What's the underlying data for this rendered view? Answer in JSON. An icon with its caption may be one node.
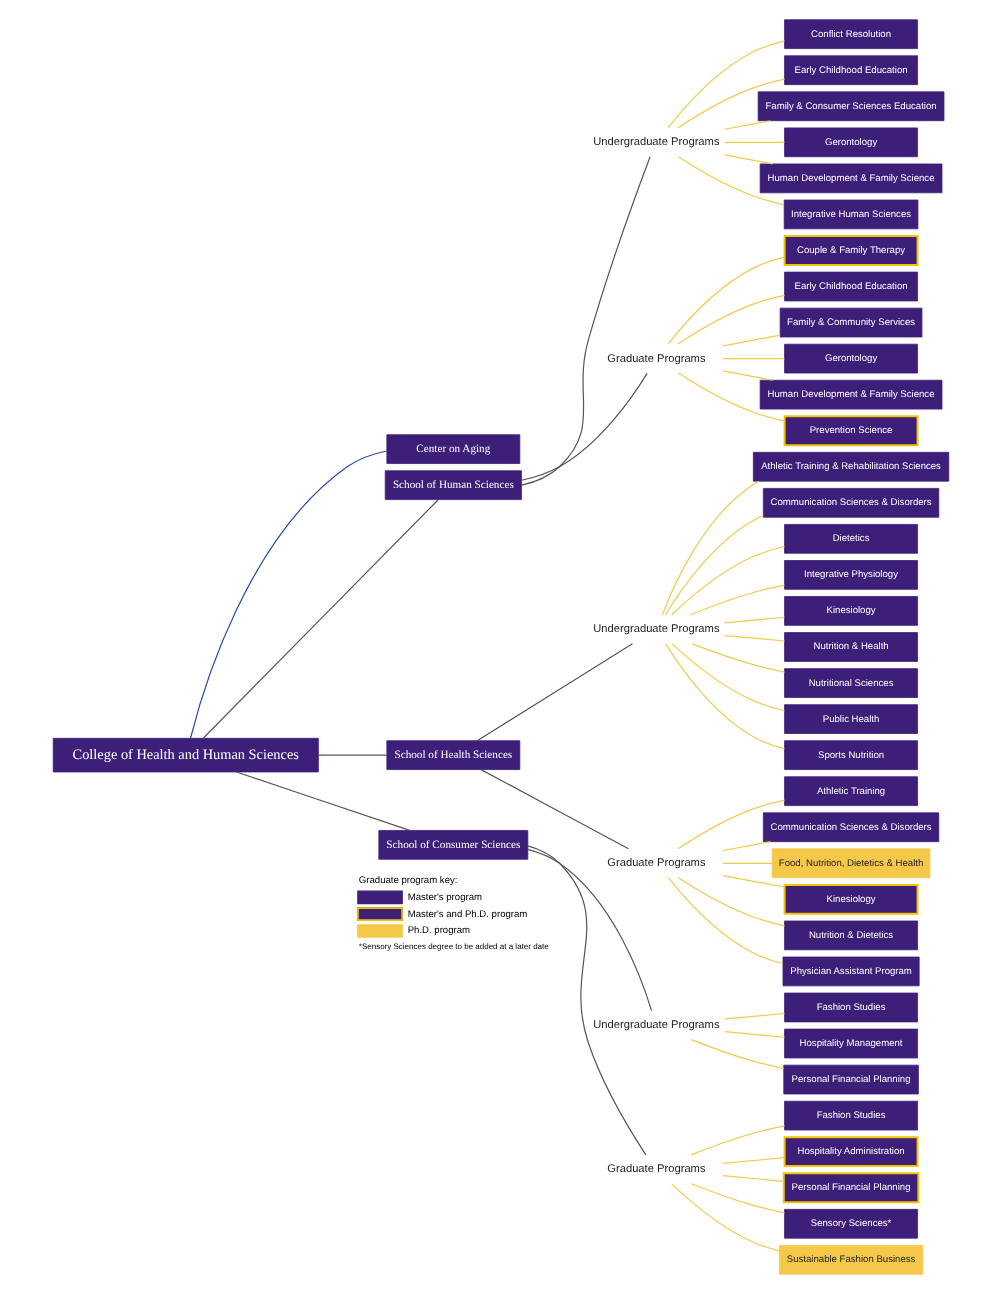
{
  "diagram": {
    "nodes": [
      {
        "text": [
          "College of Health and Human Sciences"
        ]
      },
      {
        "text": [
          "Center on Aging"
        ]
      },
      {
        "text": [
          "School of Human Sciences"
        ]
      },
      {
        "text": [
          "Undergraduate Programs"
        ]
      },
      {
        "text": [
          "Conflict Resolution"
        ]
      },
      {
        "text": [
          "Early Childhood Education"
        ]
      },
      {
        "text": [
          "Family & Consumer Sciences Education"
        ]
      },
      {
        "text": [
          "Gerontology"
        ]
      },
      {
        "text": [
          "Human Development & Family Science"
        ]
      },
      {
        "text": [
          "Integrative Human Sciences"
        ]
      },
      {
        "text": [
          "Graduate Programs"
        ]
      },
      {
        "text": [
          "Couple & Family Therapy"
        ]
      },
      {
        "text": [
          "Early Childhood Education"
        ]
      },
      {
        "text": [
          "Family & Community Services"
        ]
      },
      {
        "text": [
          "Gerontology"
        ]
      },
      {
        "text": [
          "Human Development & Family Science"
        ]
      },
      {
        "text": [
          "Prevention Science"
        ]
      },
      {
        "text": [
          "School of Health Sciences"
        ]
      },
      {
        "text": [
          "Undergraduate Programs"
        ]
      },
      {
        "text": [
          "Athletic Training & Rehabilitation Sciences"
        ]
      },
      {
        "text": [
          "Communication Sciences & Disorders"
        ]
      },
      {
        "text": [
          "Dietetics"
        ]
      },
      {
        "text": [
          "Integrative Physiology"
        ]
      },
      {
        "text": [
          "Kinesiology"
        ]
      },
      {
        "text": [
          "Nutrition & Health"
        ]
      },
      {
        "text": [
          "Nutritional Sciences"
        ]
      },
      {
        "text": [
          "Public Health"
        ]
      },
      {
        "text": [
          "Sports Nutrition"
        ]
      },
      {
        "text": [
          "Graduate Programs"
        ]
      },
      {
        "text": [
          "Athletic Training"
        ]
      },
      {
        "text": [
          "Communication Sciences & Disorders"
        ]
      },
      {
        "text": [
          "Food, Nutrition, Dietetics & Health"
        ]
      },
      {
        "text": [
          "Kinesiology"
        ]
      },
      {
        "text": [
          "Nutrition & Dietetics"
        ]
      },
      {
        "text": [
          "Physician Assistant Program"
        ]
      },
      {
        "text": [
          "School of Consumer Sciences"
        ]
      },
      {
        "text": [
          "Undergraduate Programs"
        ]
      },
      {
        "text": [
          "Fashion Studies"
        ]
      },
      {
        "text": [
          "Hospitality Management"
        ]
      },
      {
        "text": [
          "Personal Financial Planning"
        ]
      },
      {
        "text": [
          "Graduate Programs"
        ]
      },
      {
        "text": [
          "Fashion Studies"
        ]
      },
      {
        "text": [
          "Hospitality Administration"
        ]
      },
      {
        "text": [
          "Personal Financial Planning"
        ]
      },
      {
        "text": [
          "Sensory Sciences*"
        ]
      },
      {
        "text": [
          "Sustainable Fashion Business"
        ]
      }
    ],
    "edges": [
      {
        "from": 0,
        "to": 1,
        "arrow": "none",
        "color": "#2b4aa0"
      },
      {
        "from": 0,
        "to": 2,
        "arrow": "none",
        "color": "#555555"
      },
      {
        "from": 0,
        "to": 17,
        "arrow": "none",
        "color": "#555555"
      },
      {
        "from": 0,
        "to": 35,
        "arrow": "none",
        "color": "#555555"
      },
      {
        "from": 2,
        "to": 3,
        "arrow": "none",
        "color": "#555555"
      },
      {
        "from": 2,
        "to": 10,
        "arrow": "none",
        "color": "#555555"
      },
      {
        "from": 3,
        "to": 4,
        "arrow": "none"
      },
      {
        "from": 3,
        "to": 5,
        "arrow": "none"
      },
      {
        "from": 3,
        "to": 6,
        "arrow": "none"
      },
      {
        "from": 3,
        "to": 7,
        "arrow": "none"
      },
      {
        "from": 3,
        "to": 8,
        "arrow": "none"
      },
      {
        "from": 3,
        "to": 9,
        "arrow": "none"
      },
      {
        "from": 10,
        "to": 11,
        "arrow": "none"
      },
      {
        "from": 10,
        "to": 12,
        "arrow": "none"
      },
      {
        "from": 10,
        "to": 13,
        "arrow": "none"
      },
      {
        "from": 10,
        "to": 14,
        "arrow": "none"
      },
      {
        "from": 10,
        "to": 15,
        "arrow": "none"
      },
      {
        "from": 10,
        "to": 16,
        "arrow": "none"
      },
      {
        "from": 17,
        "to": 18,
        "arrow": "none",
        "color": "#555555"
      },
      {
        "from": 17,
        "to": 28,
        "arrow": "none",
        "color": "#555555"
      },
      {
        "from": 18,
        "to": 19,
        "arrow": "none"
      },
      {
        "from": 18,
        "to": 20,
        "arrow": "none"
      },
      {
        "from": 18,
        "to": 21,
        "arrow": "none"
      },
      {
        "from": 18,
        "to": 22,
        "arrow": "none"
      },
      {
        "from": 18,
        "to": 23,
        "arrow": "none"
      },
      {
        "from": 18,
        "to": 24,
        "arrow": "none"
      },
      {
        "from": 18,
        "to": 25,
        "arrow": "none"
      },
      {
        "from": 18,
        "to": 26,
        "arrow": "none"
      },
      {
        "from": 18,
        "to": 27,
        "arrow": "none"
      },
      {
        "from": 28,
        "to": 29,
        "arrow": "none"
      },
      {
        "from": 28,
        "to": 30,
        "arrow": "none"
      },
      {
        "from": 28,
        "to": 31,
        "arrow": "none"
      },
      {
        "from": 28,
        "to": 32,
        "arrow": "none"
      },
      {
        "from": 28,
        "to": 33,
        "arrow": "none"
      },
      {
        "from": 28,
        "to": 34,
        "arrow": "none"
      },
      {
        "from": 35,
        "to": 36,
        "arrow": "none",
        "color": "#555555"
      },
      {
        "from": 35,
        "to": 40,
        "arrow": "none",
        "color": "#555555"
      },
      {
        "from": 36,
        "to": 37,
        "arrow": "none"
      },
      {
        "from": 36,
        "to": 38,
        "arrow": "none"
      },
      {
        "from": 36,
        "to": 39,
        "arrow": "none"
      },
      {
        "from": 40,
        "to": 41,
        "arrow": "none"
      },
      {
        "from": 40,
        "to": 42,
        "arrow": "none"
      },
      {
        "from": 40,
        "to": 43,
        "arrow": "none"
      },
      {
        "from": 40,
        "to": 44,
        "arrow": "none"
      },
      {
        "from": 40,
        "to": 45,
        "arrow": "none"
      }
    ],
    "labels": [
      "Graduate program key:",
      "*Sensory Sciences degree to be added at a later date"
    ],
    "legend": [
      {
        "text": "Master's program",
        "color": "#3d1f7a"
      },
      {
        "text": "Master's and Ph.D. program"
      },
      {
        "text": "Ph.D. program",
        "color": "#f5c84a"
      }
    ]
  }
}
